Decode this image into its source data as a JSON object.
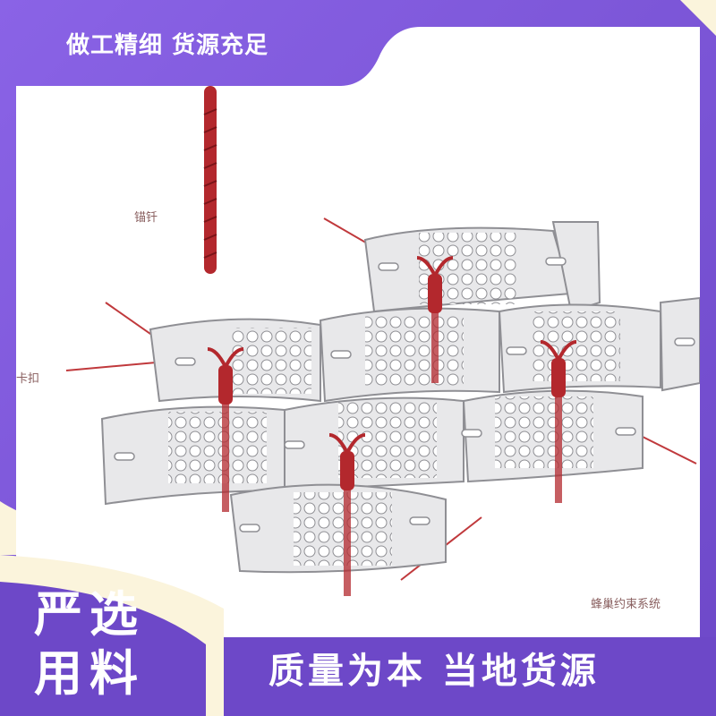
{
  "top_banner": {
    "text": "做工精细 货源充足"
  },
  "diagram": {
    "labels": {
      "anchor": "锚钎",
      "clip": "卡扣",
      "cell": "蜂巢约束系统"
    }
  },
  "bottom_left": {
    "line1": "严选",
    "line2": "用料"
  },
  "bottom_right": {
    "text": "质量为本  当地货源"
  },
  "colors": {
    "purple": "#6d48c8",
    "purple_light": "#8a63e6",
    "cream": "#fbf4dc",
    "panel_fill": "#e8e8ea",
    "panel_stroke": "#8f8f94",
    "rebar": "#b3282d"
  }
}
